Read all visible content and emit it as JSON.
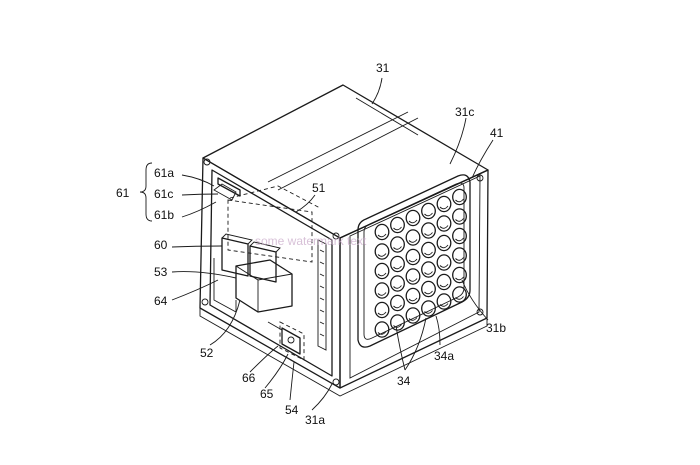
{
  "labels": {
    "l31": "31",
    "l31c": "31c",
    "l41": "41",
    "l61": "61",
    "l61a": "61a",
    "l61c": "61c",
    "l61b": "61b",
    "l51": "51",
    "l60": "60",
    "l53": "53",
    "l64": "64",
    "l52": "52",
    "l66": "66",
    "l65": "65",
    "l54": "54",
    "l31a": "31a",
    "l34": "34",
    "l34a": "34a",
    "l31b": "31b"
  },
  "watermark": "some watermark text"
}
